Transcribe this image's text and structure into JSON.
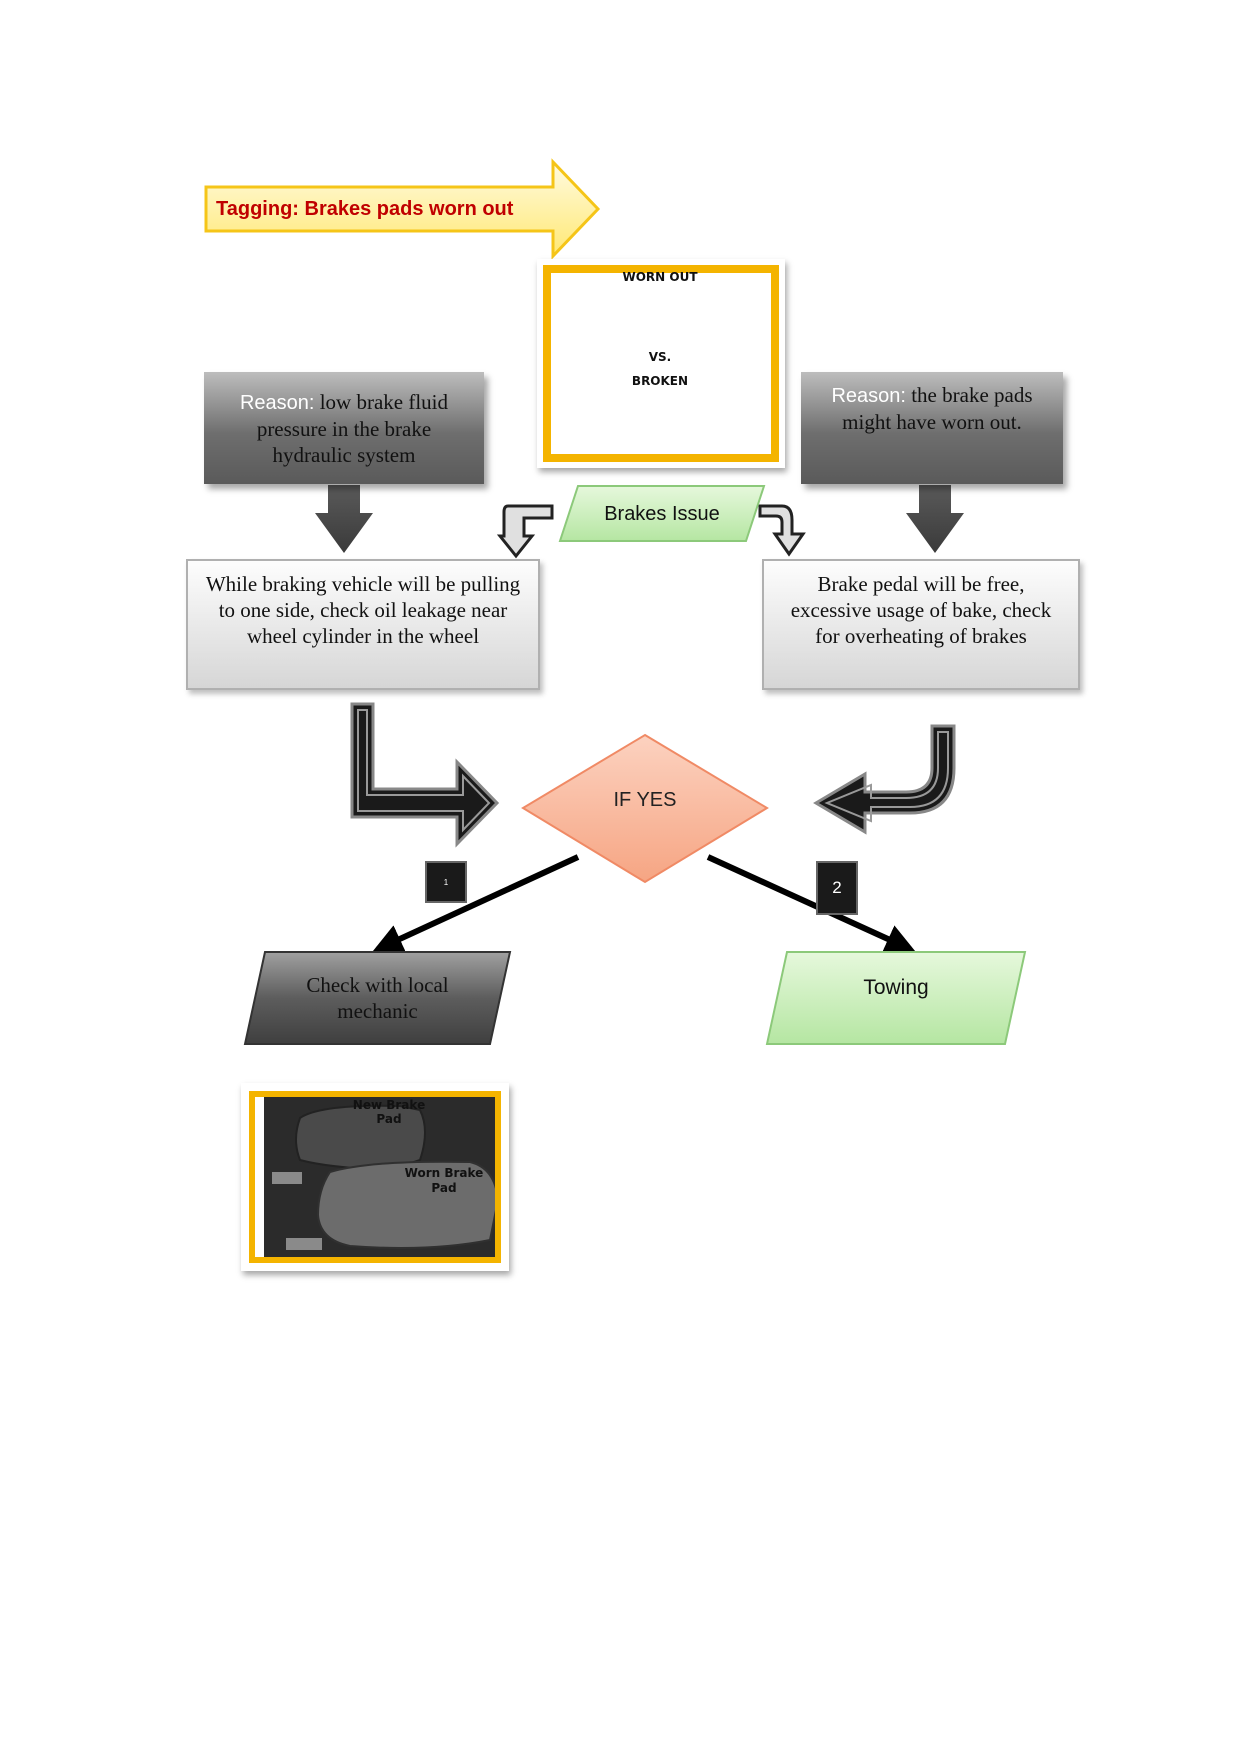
{
  "tag_arrow": {
    "text": "Tagging: Brakes pads worn out"
  },
  "photo_top": {
    "label_top": "WORN OUT",
    "label_mid": "VS.",
    "label_bottom": "BROKEN"
  },
  "reason_left": {
    "lead": "Reason:",
    "text": " low brake fluid pressure in the brake hydraulic system"
  },
  "reason_right": {
    "lead": "Reason:",
    "text": " the brake pads might have worn out."
  },
  "center": {
    "label": "Brakes Issue"
  },
  "step_left": {
    "text": "While braking vehicle will be pulling to one side, check oil leakage near wheel cylinder in the wheel"
  },
  "step_right": {
    "text": "Brake pedal will be free, excessive usage of bake, check for overheating of brakes"
  },
  "decision": {
    "label": "IF YES"
  },
  "badges": {
    "left": "1",
    "right": "2"
  },
  "outcome_left": {
    "text": "Check with local mechanic"
  },
  "outcome_right": {
    "text": "Towing"
  },
  "photo_bottom": {
    "label_new": "New Brake Pad",
    "label_worn": "Worn Brake Pad"
  },
  "colors": {
    "tag_fill": "#fff2a8",
    "tag_stroke": "#f5c518",
    "tag_text": "#c00000",
    "green_fill": "#c6efb8",
    "green_stroke": "#8cc97a",
    "diamond_fill": "#f9b89e",
    "diamond_stroke": "#f08a65",
    "photo_border": "#f4b400"
  }
}
